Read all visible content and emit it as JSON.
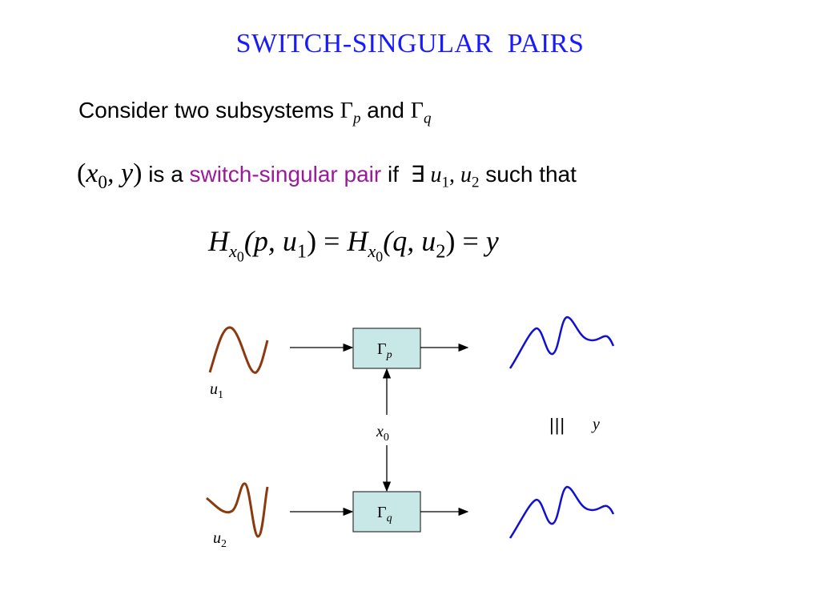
{
  "title": "SWITCH-SINGULAR  PAIRS",
  "line1": {
    "text": "Consider two subsystems",
    "gamma": "Γ",
    "sub_p": "p",
    "and": "and",
    "sub_q": "q"
  },
  "line2": {
    "pair_open": "(",
    "x": "x",
    "x_sub": "0",
    "comma_y": ", y",
    "pair_close": ")",
    "is_a": "is a",
    "highlight": "switch-singular pair",
    "if": "if",
    "exists": "∃",
    "u": "u",
    "u1_sub": "1",
    "u2_sub": "2",
    "comma": ",",
    "such_that": "such that"
  },
  "equation": {
    "H": "H",
    "x_sub": "x",
    "x_sub_sub": "0",
    "left_args": "(p, u",
    "left_sub": "1",
    "close": ")",
    "eq": " = ",
    "right_args": "(q, u",
    "right_sub": "2",
    "result": "y"
  },
  "diagram": {
    "box_top": {
      "gamma": "Γ",
      "sub": "p"
    },
    "box_bottom": {
      "gamma": "Γ",
      "sub": "q"
    },
    "u1_label": {
      "base": "u",
      "sub": "1"
    },
    "u2_label": {
      "base": "u",
      "sub": "2"
    },
    "x0_label": {
      "base": "x",
      "sub": "0"
    },
    "y_label": "y",
    "equiv_symbol": "|||",
    "colors": {
      "input_wave": "#8b3a0f",
      "output_wave": "#1010d0",
      "box_fill": "#c8e8e8",
      "arrows": "#000000"
    }
  }
}
